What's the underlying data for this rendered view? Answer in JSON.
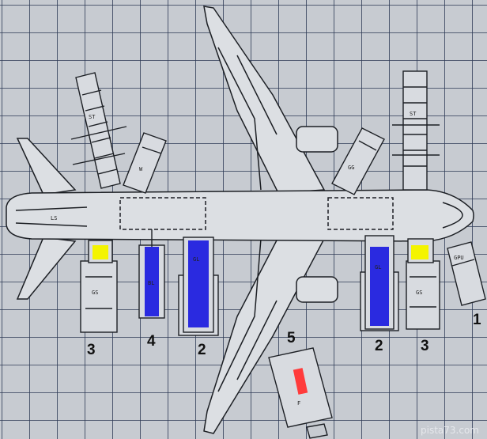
{
  "watermark": "pista73.com",
  "colors": {
    "paper": "#c9cdd3",
    "grid": "#2d3a55",
    "ink": "#1c1f24",
    "belt": "#2a2ae0",
    "highlight": "#f4f400",
    "red_mark": "#ff3b3b"
  },
  "labels": {
    "gpu_right": "1",
    "cargo_mid": "2",
    "cargo_right": "2",
    "gs_left": "3",
    "gs_right": "3",
    "belt_small": "4",
    "fuel_truck": "5"
  },
  "vehicle_text": {
    "stairs_rear": "ST",
    "stairs_front": "ST",
    "water_truck": "W",
    "catering": "GG",
    "gpu": "GPU",
    "gs_left": "GS",
    "gs_right": "GS",
    "loader_mid": "GL",
    "loader_right": "GL",
    "belt": "BL",
    "tail_mark": "LS",
    "fuel": "F"
  }
}
